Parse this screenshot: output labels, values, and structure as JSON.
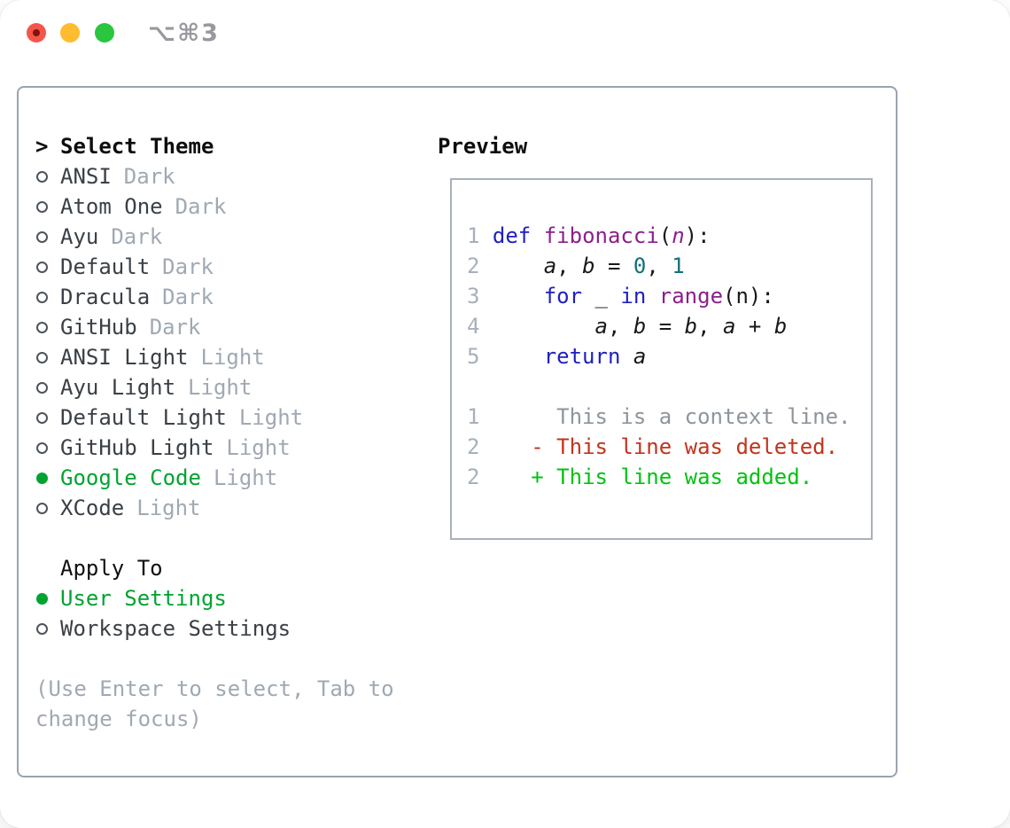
{
  "window": {
    "title": "⌥⌘3",
    "traffic_lights": [
      {
        "name": "close",
        "has_dot": true
      },
      {
        "name": "minimize",
        "has_dot": false
      },
      {
        "name": "zoom",
        "has_dot": false
      }
    ]
  },
  "theme_picker": {
    "prompt": ">",
    "title": "Select Theme",
    "themes": [
      {
        "name": "ANSI",
        "variant": "Dark",
        "selected": false
      },
      {
        "name": "Atom One",
        "variant": "Dark",
        "selected": false
      },
      {
        "name": "Ayu",
        "variant": "Dark",
        "selected": false
      },
      {
        "name": "Default",
        "variant": "Dark",
        "selected": false
      },
      {
        "name": "Dracula",
        "variant": "Dark",
        "selected": false
      },
      {
        "name": "GitHub",
        "variant": "Dark",
        "selected": false
      },
      {
        "name": "ANSI Light",
        "variant": "Light",
        "selected": false
      },
      {
        "name": "Ayu Light",
        "variant": "Light",
        "selected": false
      },
      {
        "name": "Default Light",
        "variant": "Light",
        "selected": false
      },
      {
        "name": "GitHub Light",
        "variant": "Light",
        "selected": false
      },
      {
        "name": "Google Code",
        "variant": "Light",
        "selected": true
      },
      {
        "name": "XCode",
        "variant": "Light",
        "selected": false
      }
    ],
    "apply_to": {
      "title": "Apply To",
      "options": [
        {
          "label": "User Settings",
          "selected": true
        },
        {
          "label": "Workspace Settings",
          "selected": false
        }
      ]
    },
    "hint": [
      "(Use Enter to select, Tab to",
      "change focus)"
    ]
  },
  "preview": {
    "title": "Preview",
    "lines": [
      [
        {
          "c": "ln",
          "t": "1 "
        },
        {
          "c": "kw",
          "t": "def"
        },
        {
          "c": "pl",
          "t": " "
        },
        {
          "c": "fn",
          "t": "fibonacci"
        },
        {
          "c": "pl",
          "t": "("
        },
        {
          "c": "par",
          "t": "n"
        },
        {
          "c": "pl",
          "t": "):"
        }
      ],
      [
        {
          "c": "ln",
          "t": "2 "
        },
        {
          "c": "pl",
          "t": "    "
        },
        {
          "c": "var",
          "t": "a"
        },
        {
          "c": "pl",
          "t": ", "
        },
        {
          "c": "var",
          "t": "b"
        },
        {
          "c": "pl",
          "t": " = "
        },
        {
          "c": "num",
          "t": "0"
        },
        {
          "c": "pl",
          "t": ", "
        },
        {
          "c": "num",
          "t": "1"
        }
      ],
      [
        {
          "c": "ln",
          "t": "3 "
        },
        {
          "c": "pl",
          "t": "    "
        },
        {
          "c": "kw",
          "t": "for"
        },
        {
          "c": "pl",
          "t": " _ "
        },
        {
          "c": "kw",
          "t": "in"
        },
        {
          "c": "pl",
          "t": " "
        },
        {
          "c": "fn",
          "t": "range"
        },
        {
          "c": "pl",
          "t": "(n):"
        }
      ],
      [
        {
          "c": "ln",
          "t": "4 "
        },
        {
          "c": "pl",
          "t": "        "
        },
        {
          "c": "var",
          "t": "a"
        },
        {
          "c": "pl",
          "t": ", "
        },
        {
          "c": "var",
          "t": "b"
        },
        {
          "c": "pl",
          "t": " = "
        },
        {
          "c": "var",
          "t": "b"
        },
        {
          "c": "pl",
          "t": ", "
        },
        {
          "c": "var",
          "t": "a"
        },
        {
          "c": "pl",
          "t": " + "
        },
        {
          "c": "var",
          "t": "b"
        }
      ],
      [
        {
          "c": "ln",
          "t": "5 "
        },
        {
          "c": "pl",
          "t": "    "
        },
        {
          "c": "kw",
          "t": "return"
        },
        {
          "c": "pl",
          "t": " "
        },
        {
          "c": "var",
          "t": "a"
        }
      ],
      [],
      [
        {
          "c": "ln",
          "t": "1 "
        },
        {
          "c": "ctx",
          "t": "     This is a context line."
        }
      ],
      [
        {
          "c": "ln",
          "t": "2 "
        },
        {
          "c": "pl",
          "t": "   "
        },
        {
          "c": "del",
          "t": "- This line was deleted."
        }
      ],
      [
        {
          "c": "ln",
          "t": "2 "
        },
        {
          "c": "pl",
          "t": "   "
        },
        {
          "c": "add",
          "t": "+ This line was added."
        }
      ]
    ]
  },
  "colors": {
    "accent-green": "#00a332",
    "diff-added": "#00c210",
    "diff-deleted": "#c2331c",
    "keyword-blue": "#2020c0",
    "function-purple": "#8b1f8b",
    "number-teal": "#10707a",
    "muted-gray": "#9fa9b4",
    "dark-text": "#3a4047",
    "context-gray": "#8d959d",
    "line-number-gray": "#a6b0bc",
    "border-gray": "#9aa3b1",
    "black-text": "#0c0e10",
    "traffic-red": "#f5564a",
    "traffic-yellow": "#febc2e",
    "traffic-green": "#2ac63e"
  }
}
